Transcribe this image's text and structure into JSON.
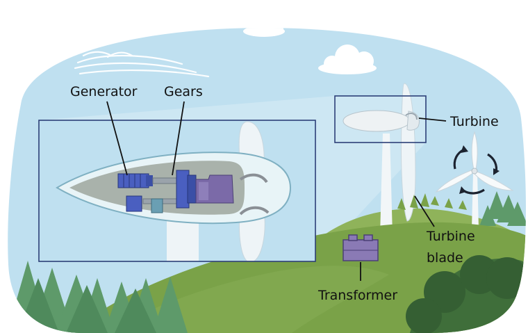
{
  "labels": {
    "generator": "Generator",
    "gears": "Gears",
    "turbine": "Turbine",
    "turbine_blade_line1": "Turbine",
    "turbine_blade_line2": "blade",
    "transformer": "Transformer"
  },
  "colors": {
    "sky": "#bfe0f0",
    "hill_light": "#8fb35a",
    "hill_mid": "#7aa248",
    "hill_dark": "#3f6e3a",
    "tree": "#5e9a6a",
    "tree_dark": "#3d7a52",
    "inset_border": "#2c3f77",
    "generator": "#4a5fc0",
    "gearbox": "#7b6aa8",
    "transformer": "#8a7ab5",
    "tower": "#f2f6f8",
    "label_text": "#111111"
  }
}
